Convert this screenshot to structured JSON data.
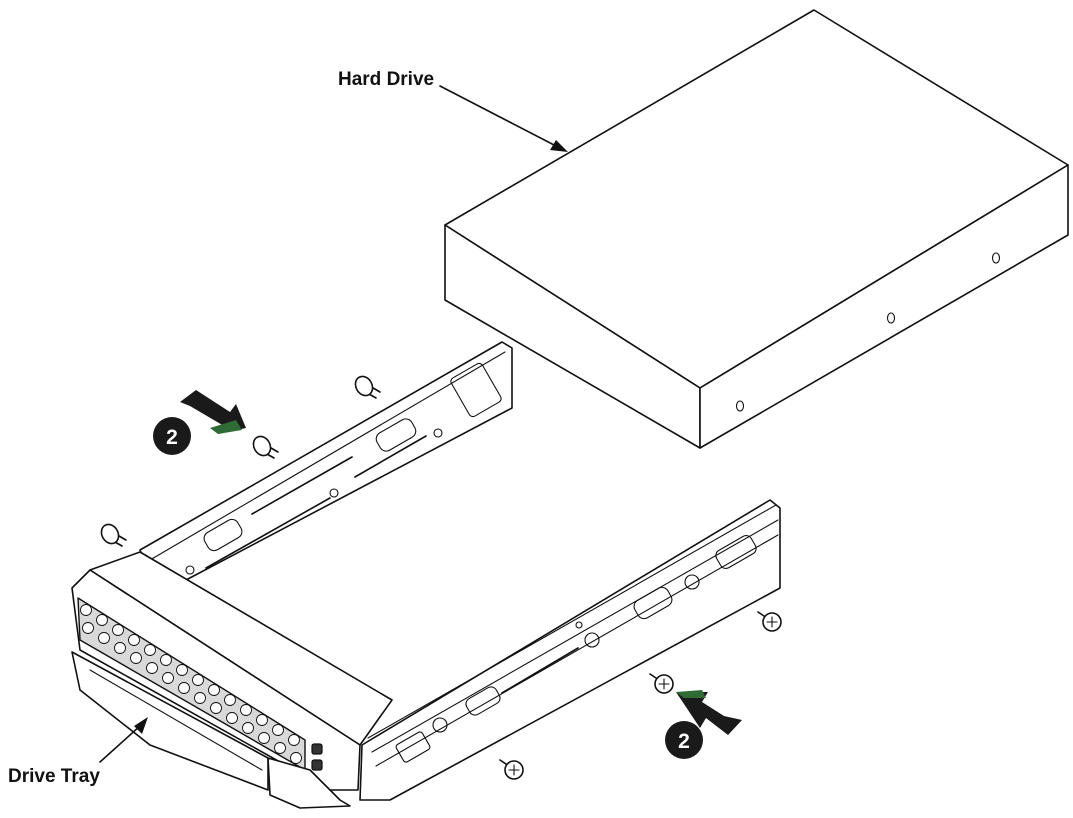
{
  "labels": {
    "hard_drive": "Hard Drive",
    "drive_tray": "Drive Tray"
  },
  "steps": [
    {
      "number": "2"
    },
    {
      "number": "2"
    }
  ],
  "colors": {
    "line": "#111111",
    "step_badge": "#1a1a1a",
    "arrow_accent": "#2f6b35",
    "background": "#ffffff"
  }
}
